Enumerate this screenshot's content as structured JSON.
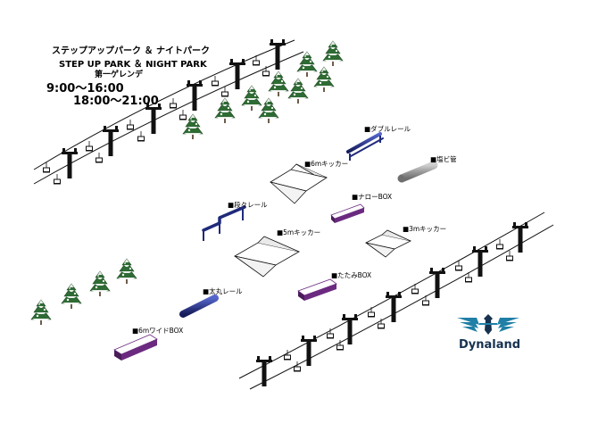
{
  "title": {
    "jp": "ステップアップパーク ＆ ナイトパーク",
    "en": "STEP UP PARK ＆ NIGHT PARK",
    "area": "第一ゲレンデ",
    "time_day": "9:00～16:00",
    "time_night": "18:00～21:00"
  },
  "features": {
    "double_rail": "■ダブルレール",
    "kicker_6m": "■6mキッカー",
    "enbi_pipe": "■塩ビ管",
    "narrow_box": "■ナローBOX",
    "dandan_rail": "■段々レール",
    "kicker_5m": "■5mキッカー",
    "kicker_3m": "■3mキッカー",
    "tatami_box": "■たたみBOX",
    "futomaru_rail": "■太丸レール",
    "wide_box_6m": "■6mワイドBOX"
  },
  "logo": {
    "name": "Dynaland"
  },
  "colors": {
    "rail_navy": "#1f2a7a",
    "box_purple": "#6b2a80",
    "pipe_gray": "#8d8d8d",
    "tree_green": "#2f6b34",
    "logo_teal": "#1f7fa6",
    "logo_navy": "#16324f"
  }
}
